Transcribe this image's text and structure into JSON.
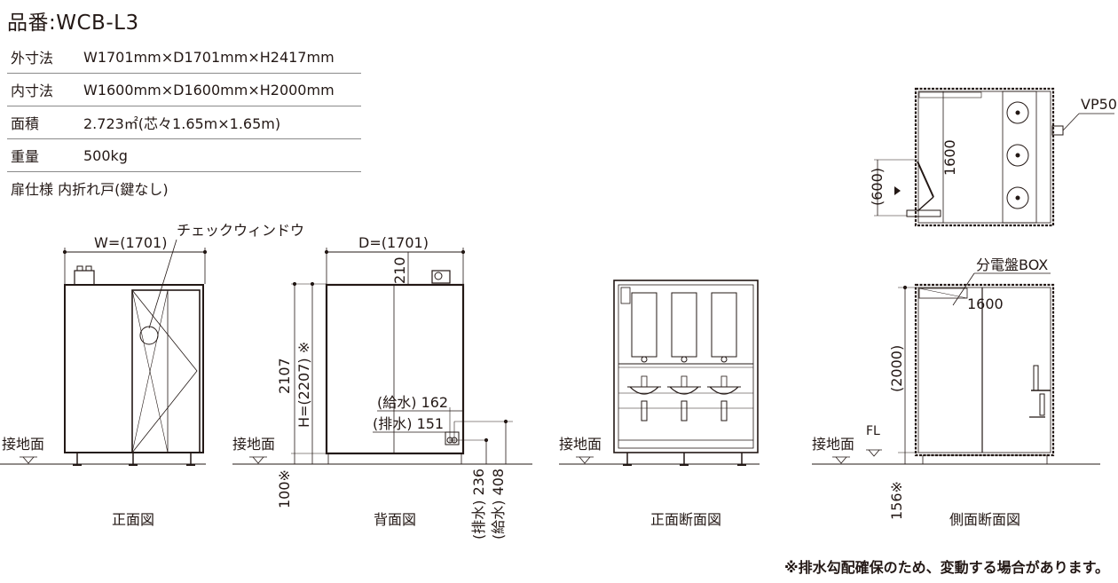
{
  "title": "品番:WCB-L3",
  "specs": {
    "outer": {
      "label": "外寸法",
      "value": "W1701mm×D1701mm×H2417mm"
    },
    "inner": {
      "label": "内寸法",
      "value": "W1600mm×D1600mm×H2000mm"
    },
    "area": {
      "label": "面積",
      "value": "2.723㎡(芯々1.65m×1.65m)"
    },
    "weight": {
      "label": "重量",
      "value": "500kg"
    },
    "door": "扉仕様 内折れ戸(鍵なし)"
  },
  "front": {
    "dim_w": "W=(1701)",
    "check_window": "チェックウィンドウ",
    "ground": "接地面",
    "caption": "正面図"
  },
  "back": {
    "dim_d": "D=(1701)",
    "dim_top": "210",
    "dim_h1": "2107",
    "dim_h2": "H=(2207) ※",
    "supply_h": "(給水) 162",
    "drain_h": "(排水) 151",
    "ground": "接地面",
    "dim_100": "100※",
    "drain_v": "(排水) 236",
    "supply_v": "(給水) 408",
    "caption": "背面図"
  },
  "section_front": {
    "ground": "接地面",
    "caption": "正面断面図"
  },
  "section_side": {
    "panel": "分電盤BOX",
    "dim_depth": "1600",
    "dim_h": "(2000)",
    "fl": "FL",
    "ground": "接地面",
    "dim_156": "156※",
    "caption": "側面断面図"
  },
  "plan": {
    "vp": "VP50",
    "dim_1600": "1600",
    "dim_600": "(600)"
  },
  "note": "※排水勾配確保のため、変動する場合があります。"
}
